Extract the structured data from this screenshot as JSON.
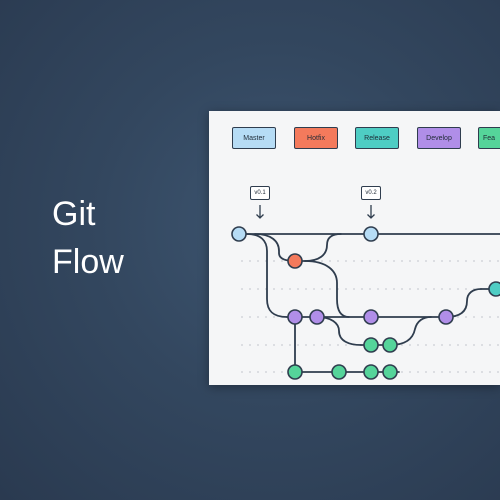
{
  "title": {
    "line1": "Git",
    "line2": "Flow"
  },
  "legend": [
    {
      "label": "Master",
      "color": "#b6dcf5"
    },
    {
      "label": "Hotfix",
      "color": "#f47a5c"
    },
    {
      "label": "Release",
      "color": "#4ecdc4"
    },
    {
      "label": "Develop",
      "color": "#b08ee8"
    },
    {
      "label": "Fea",
      "color": "#55d49a"
    }
  ],
  "tags": [
    {
      "label": "v0.1"
    },
    {
      "label": "v0.2"
    }
  ],
  "colors": {
    "line": "#2f3d4e",
    "dots": "#c3c7cc"
  }
}
